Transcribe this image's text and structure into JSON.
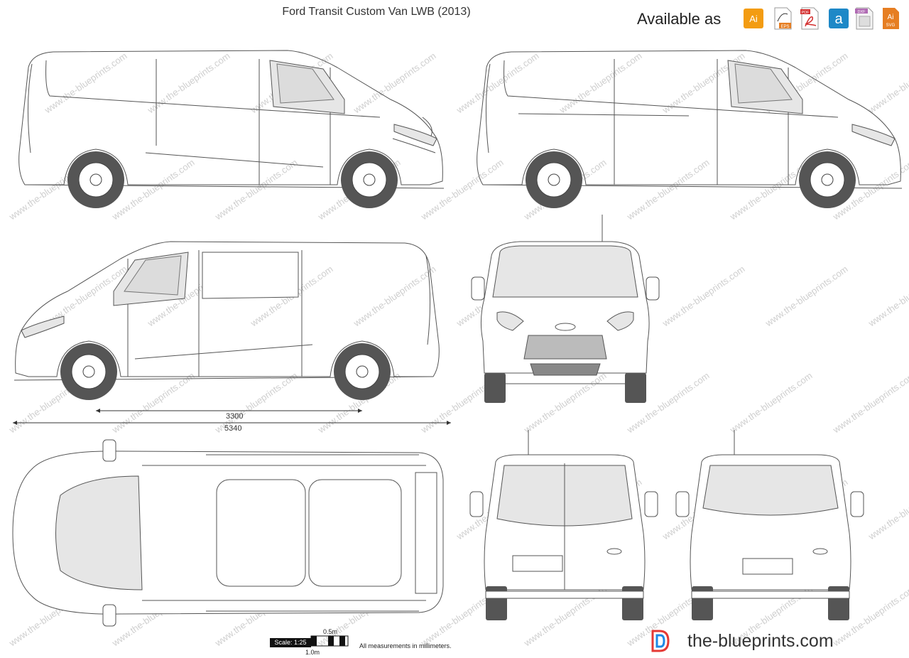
{
  "header": {
    "title": "Ford Transit Custom Van LWB (2013)",
    "available_label": "Available as"
  },
  "formats": [
    {
      "name": "ai-format-icon",
      "label": "Ai",
      "color": "#f39c12"
    },
    {
      "name": "eps-format-icon",
      "label": "EPS",
      "color": "#e67e22"
    },
    {
      "name": "pdf-format-icon",
      "label": "PDF",
      "color": "#d32f2f"
    },
    {
      "name": "archicad-format-icon",
      "label": "a",
      "color": "#1e88c7"
    },
    {
      "name": "dxf-format-icon",
      "label": "DXF",
      "color": "#b06ab3"
    },
    {
      "name": "svg-format-icon",
      "label": "Ai SVG",
      "color": "#e67e22"
    }
  ],
  "dimensions": {
    "wheelbase": "3300",
    "length": "5340"
  },
  "scale_bar": {
    "ratio": "Scale: 1:25",
    "half": "0.5m",
    "full": "1.0m",
    "note": "All measurements in millimeters."
  },
  "watermark": "www.the-blueprints.com",
  "brand": {
    "name": "the-blueprints.com"
  },
  "colors": {
    "line": "#555555",
    "glass": "#e6e6e6",
    "tire": "#555555",
    "watermark": "#cfcfcf"
  }
}
